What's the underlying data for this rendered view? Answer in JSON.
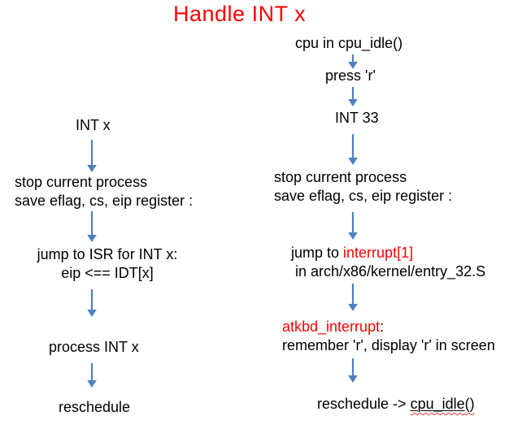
{
  "title": "Handle INT x",
  "colors": {
    "title_red": "#ff0000",
    "highlight_red": "#ff0000",
    "arrow_blue": "#4f81bd",
    "text_black": "#000000",
    "squiggle_red": "#e03c31"
  },
  "left_flow": {
    "step_int_x": "INT x",
    "step_stop_line1": "stop current process",
    "step_stop_line2": "save eflag, cs, eip register :",
    "step_jump_line1": "jump to ISR for INT x:",
    "step_jump_line2": "eip <== IDT[x]",
    "step_process": "process INT x",
    "step_reschedule": "reschedule"
  },
  "right_flow": {
    "step_idle": "cpu in cpu_idle()",
    "step_press": "press 'r'",
    "step_int33": "INT 33",
    "step_stop_line1": "stop current process",
    "step_stop_line2": "save eflag, cs, eip register :",
    "step_jump_prefix": "jump to ",
    "step_jump_highlight": "interrupt[1]",
    "step_jump_line2": "in arch/x86/kernel/entry_32.S",
    "step_atkbd_highlight": "atkbd_interrupt",
    "step_atkbd_colon": ":",
    "step_atkbd_line2": "remember 'r', display 'r' in screen",
    "step_resched_prefix": "reschedule -> ",
    "step_resched_fn": "cpu_idle",
    "step_resched_suffix": "()"
  }
}
